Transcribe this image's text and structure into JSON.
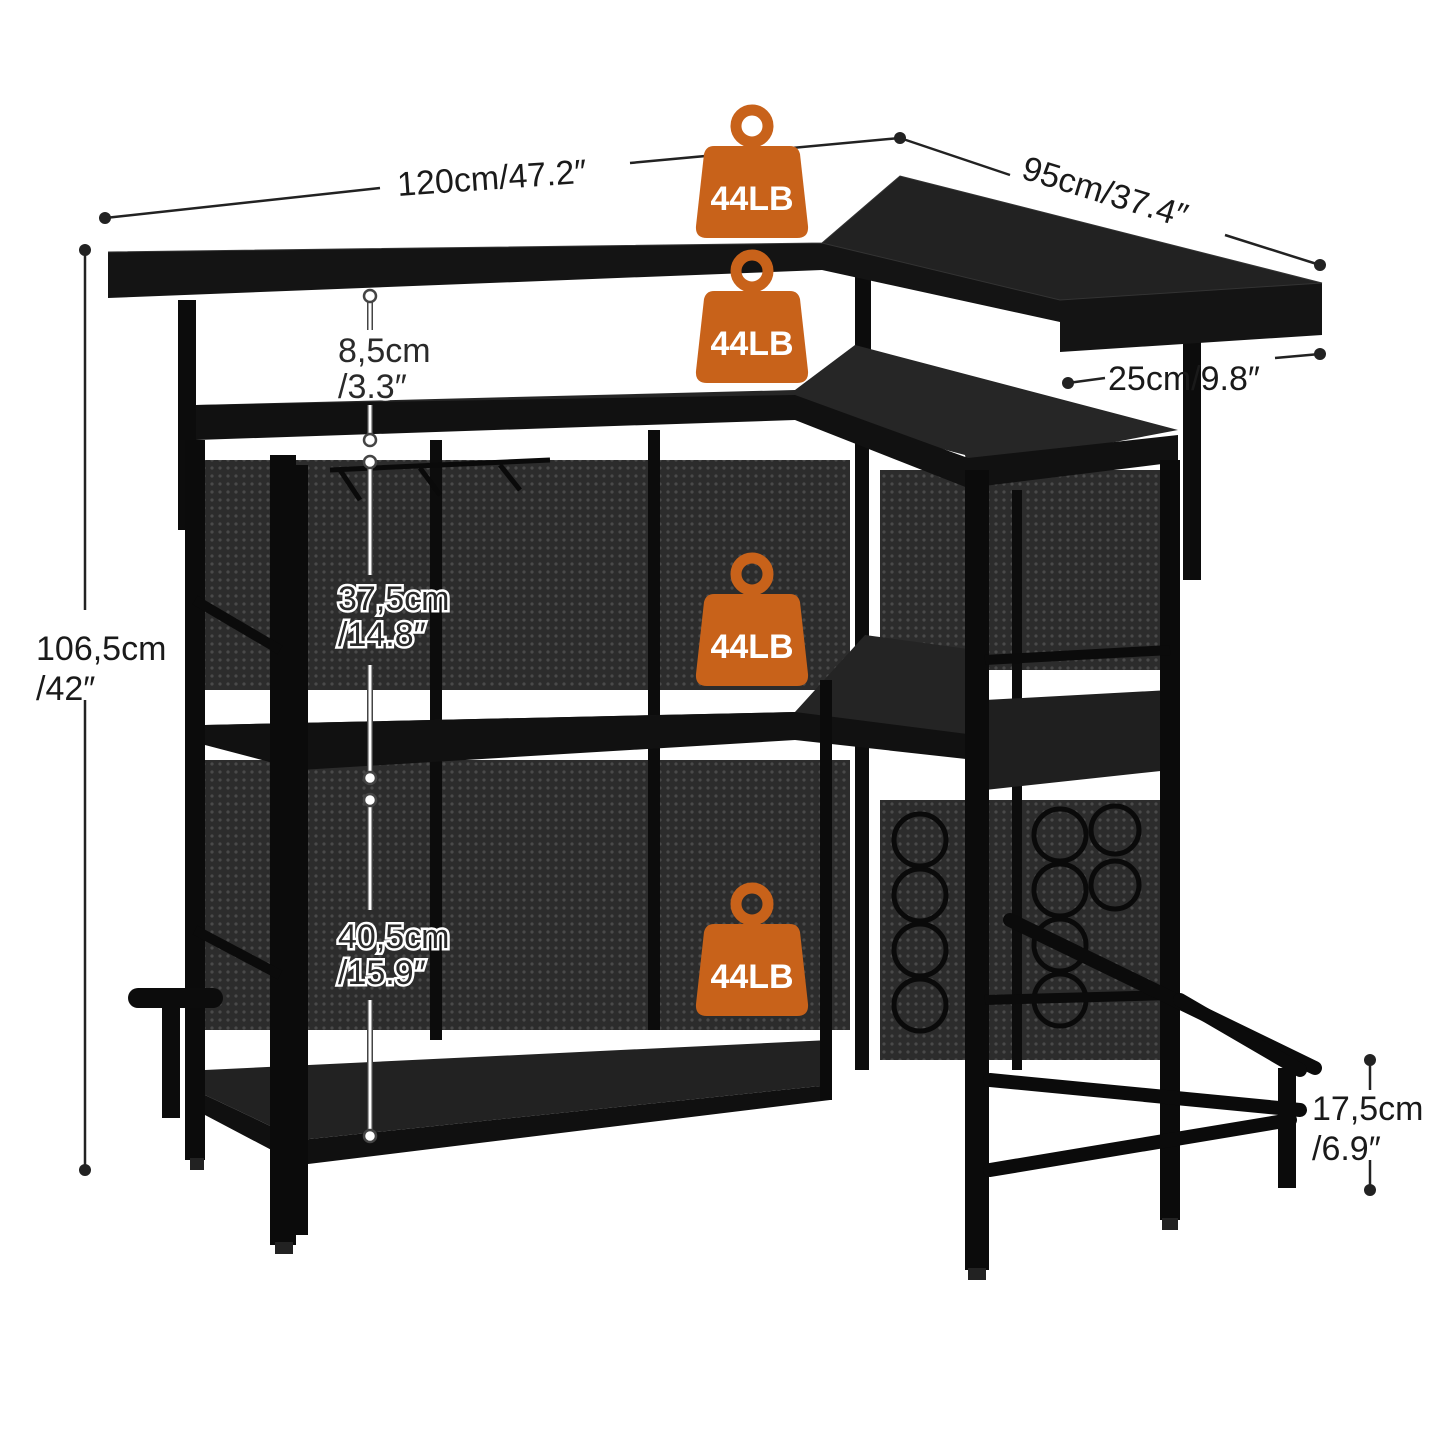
{
  "colors": {
    "background": "#ffffff",
    "wood": "#1c1c1c",
    "wood_edge": "#2e2e2e",
    "frame": "#0e0e0e",
    "mesh": "#3a3a3a",
    "weight_badge": "#c8621a",
    "dimension_line": "#222222"
  },
  "dimensions": {
    "width": "120cm/47.2″",
    "depth": "95cm/37.4″",
    "side_depth": "25cm/9.8″",
    "height_cm": "106,5cm",
    "height_in": "/42″",
    "top_gap_cm": "8,5cm",
    "top_gap_in": "/3.3″",
    "upper_gap_cm": "37,5cm",
    "upper_gap_in": "/14.8″",
    "lower_gap_cm": "40,5cm",
    "lower_gap_in": "/15.9″",
    "footrest_cm": "17,5cm",
    "footrest_in": "/6.9″"
  },
  "weight_badges": [
    {
      "label": "44LB",
      "icon": "weight-icon"
    },
    {
      "label": "44LB",
      "icon": "weight-icon"
    },
    {
      "label": "44LB",
      "icon": "weight-icon"
    },
    {
      "label": "44LB",
      "icon": "weight-icon"
    }
  ]
}
